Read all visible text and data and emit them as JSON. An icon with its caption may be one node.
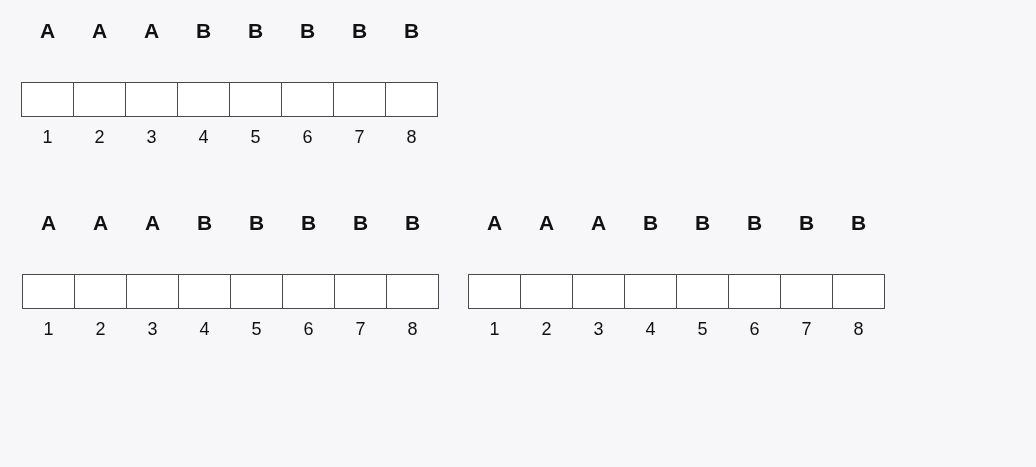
{
  "diagram": {
    "nodes": [
      {
        "text": [],
        "shape": "box"
      },
      {
        "text": [],
        "shape": "box"
      },
      {
        "text": [],
        "shape": "box"
      },
      {
        "text": [],
        "shape": "box"
      },
      {
        "text": [],
        "shape": "box"
      },
      {
        "text": [],
        "shape": "box"
      },
      {
        "text": [],
        "shape": "box"
      },
      {
        "text": [],
        "shape": "box"
      },
      {
        "text": [],
        "shape": "box"
      },
      {
        "text": [],
        "shape": "box"
      },
      {
        "text": [],
        "shape": "box"
      },
      {
        "text": [],
        "shape": "box"
      },
      {
        "text": [],
        "shape": "box"
      },
      {
        "text": [],
        "shape": "box"
      },
      {
        "text": [],
        "shape": "box"
      },
      {
        "text": [],
        "shape": "box"
      },
      {
        "text": [],
        "shape": "box"
      },
      {
        "text": [],
        "shape": "box"
      },
      {
        "text": [],
        "shape": "box"
      },
      {
        "text": [],
        "shape": "box"
      },
      {
        "text": [],
        "shape": "box"
      },
      {
        "text": [],
        "shape": "box"
      },
      {
        "text": [],
        "shape": "box"
      },
      {
        "text": [],
        "shape": "box"
      }
    ],
    "labels": [
      "A",
      "A",
      "A",
      "B",
      "B",
      "B",
      "B",
      "B",
      "1",
      "2",
      "3",
      "4",
      "5",
      "6",
      "7",
      "8",
      "A",
      "A",
      "A",
      "B",
      "B",
      "B",
      "B",
      "B",
      "A",
      "A",
      "A",
      "B",
      "B",
      "B",
      "B",
      "B",
      "1",
      "2",
      "3",
      "4",
      "5",
      "6",
      "7",
      "8",
      "1",
      "2",
      "3",
      "4",
      "5",
      "6",
      "7",
      "8"
    ]
  }
}
